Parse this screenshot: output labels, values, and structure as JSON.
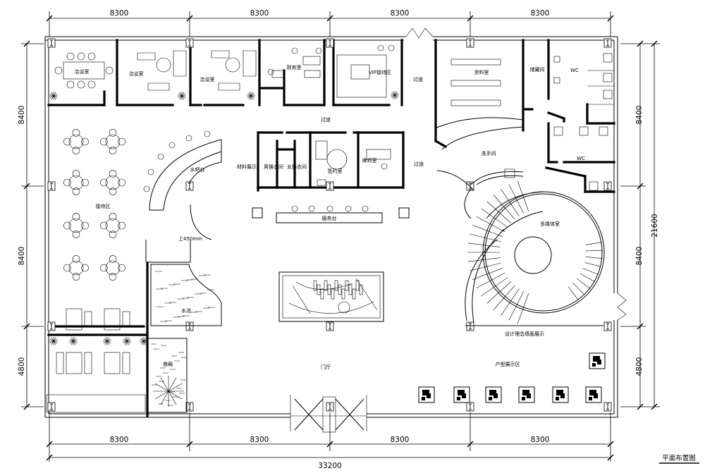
{
  "dimensions": {
    "top": [
      "8300",
      "8300",
      "8300",
      "8300"
    ],
    "bottom": [
      "8300",
      "8300",
      "8300",
      "8300"
    ],
    "bottom_total": "33200",
    "left": [
      "8400",
      "8400",
      "4800"
    ],
    "right": [
      "8400",
      "8400",
      "4800"
    ],
    "right_total": "21600"
  },
  "rooms": {
    "negotiation_1": "洽谈室",
    "negotiation_2": "洽谈室",
    "negotiation_3": "洽谈室",
    "finance": "财务室",
    "vip": "VIP接待区",
    "corridor_top": "过道",
    "corridor_mid": "过道",
    "corridor_right": "过道",
    "archive": "资料室",
    "storage": "储藏间",
    "wc_1": "WC",
    "wc_2": "WC",
    "washroom": "洗手间",
    "bar": "水吧台",
    "materials": "材料展示",
    "men_changing": "男换衣间",
    "women_changing": "女换衣间",
    "contract": "签约室",
    "lawyer": "律师室",
    "service": "服务台",
    "reception": "接待区",
    "height_note": "上450mm",
    "water": "水池",
    "landscape": "景观",
    "multimedia": "多媒体室",
    "design_wall": "设计理念墙面展示",
    "lobby": "门厅",
    "unit_display": "户型展示区"
  },
  "title": "平面布置图"
}
